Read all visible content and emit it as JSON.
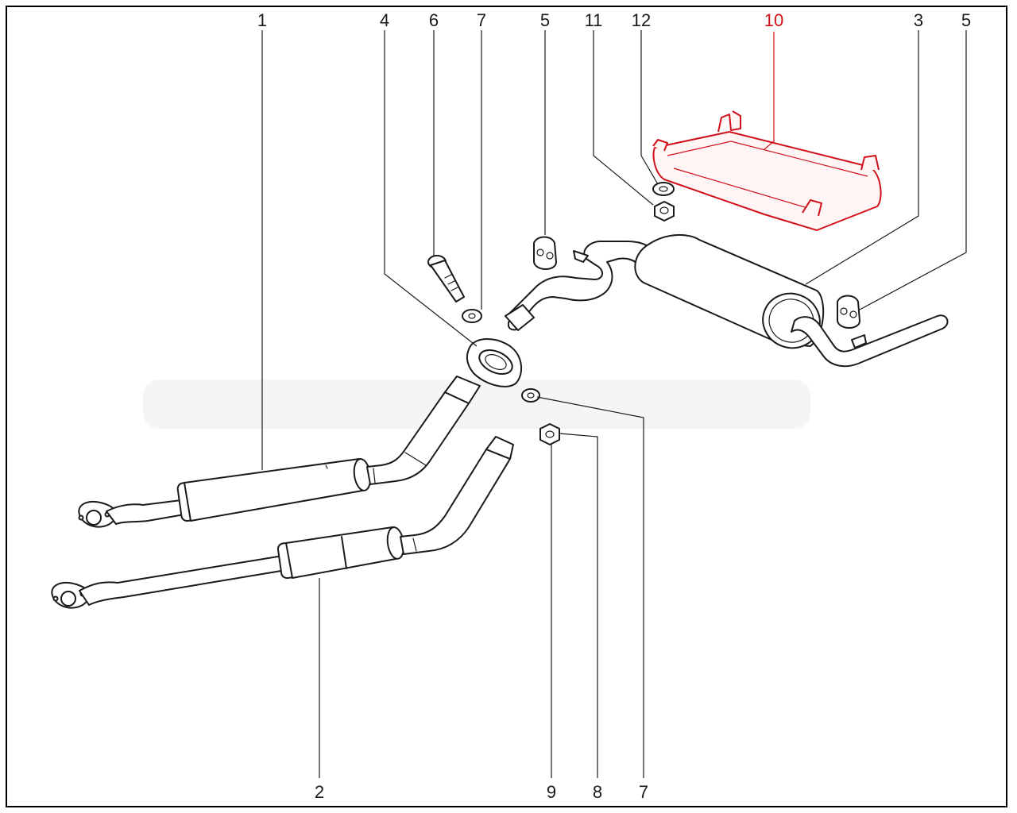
{
  "diagram": {
    "highlight_color": "#d0101a",
    "line_color": "#1a1a1a",
    "callouts": {
      "c1": "1",
      "c2": "2",
      "c3": "3",
      "c4": "4",
      "c5a": "5",
      "c5b": "5",
      "c6": "6",
      "c7a": "7",
      "c7b": "7",
      "c8": "8",
      "c9": "9",
      "c10": "10",
      "c11": "11",
      "c12": "12"
    }
  }
}
